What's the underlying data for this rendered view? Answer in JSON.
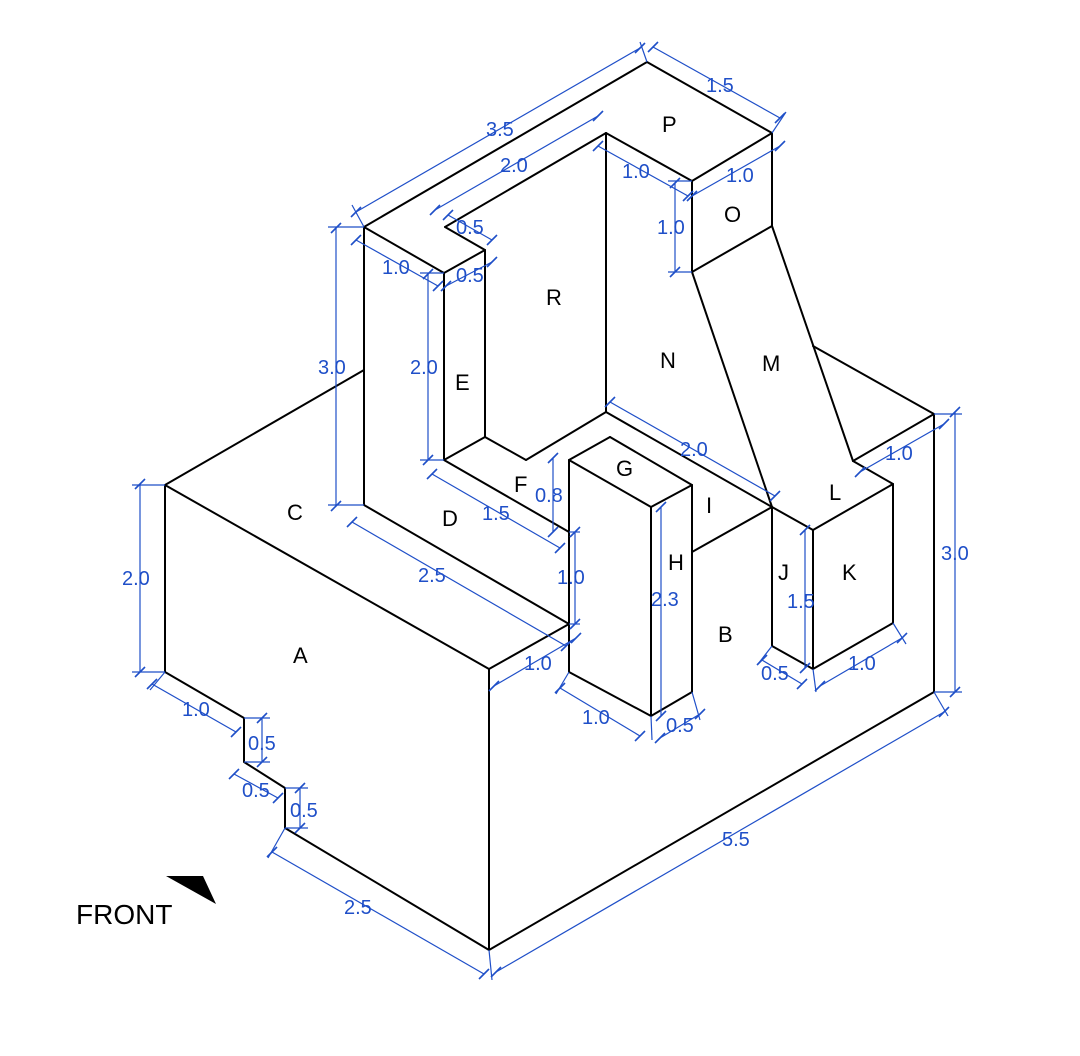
{
  "drawing": {
    "front_label": "FRONT",
    "colors": {
      "edge": "#000000",
      "dimension": "#1f4fc8",
      "background": "#ffffff"
    },
    "face_labels": {
      "A": "A",
      "B": "B",
      "C": "C",
      "D": "D",
      "E": "E",
      "F": "F",
      "G": "G",
      "H": "H",
      "I": "I",
      "J": "J",
      "K": "K",
      "L": "L",
      "M": "M",
      "N": "N",
      "O": "O",
      "P": "P",
      "R": "R"
    },
    "dimensions": {
      "d_top_3_5": "3.5",
      "d_top_1_5": "1.5",
      "d_top_2_0": "2.0",
      "d_p_1_0a": "1.0",
      "d_p_1_0b": "1.0",
      "d_o_1_0": "1.0",
      "d_notch_0_5a": "0.5",
      "d_notch_0_5b": "0.5",
      "d_e_1_0": "1.0",
      "d_e_2_0": "2.0",
      "d_left_3_0": "3.0",
      "d_left_2_0": "2.0",
      "d_c_2_5": "2.5",
      "d_f_1_5": "1.5",
      "d_f_0_8": "0.8",
      "d_g_1_0v": "1.0",
      "d_g_1_0": "1.0",
      "d_g_1_0b": "1.0",
      "d_g_0_5": "0.5",
      "d_h_2_3": "2.3",
      "d_i_2_0": "2.0",
      "d_l_1_0": "1.0",
      "d_right_3_0": "3.0",
      "d_j_1_5": "1.5",
      "d_k_0_5": "0.5",
      "d_k_1_0": "1.0",
      "d_base_5_5": "5.5",
      "d_base_2_5": "2.5",
      "d_step_1_0": "1.0",
      "d_step_0_5a": "0.5",
      "d_step_0_5b": "0.5",
      "d_step_0_5c": "0.5"
    }
  }
}
